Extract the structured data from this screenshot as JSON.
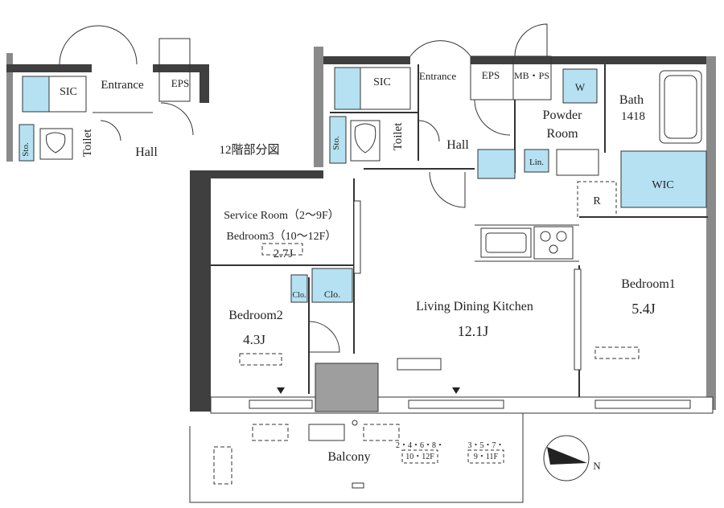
{
  "colors": {
    "wall": "#3f3f3f",
    "wall_gray": "#8a8a8a",
    "storage": "#b5e1f2",
    "line": "#333333",
    "background": "#ffffff"
  },
  "inset": {
    "sic": "SIC",
    "entrance": "Entrance",
    "eps": "EPS",
    "sto": "Sto.",
    "toilet": "Toilet",
    "hall": "Hall",
    "caption": "12階部分図"
  },
  "rooms": {
    "sic": "SIC",
    "entrance": "Entrance",
    "eps": "EPS",
    "mbps": "MB・PS",
    "washer": "W",
    "bath": "Bath",
    "bath_size": "1418",
    "powder": "Powder",
    "powder_room": "Room",
    "sto": "Sto.",
    "toilet": "Toilet",
    "hall": "Hall",
    "lin": "Lin.",
    "wic": "WIC",
    "refrigerator": "R",
    "service_room": "Service Room（2～9F）",
    "bedroom3": "Bedroom3（10～12F）",
    "service_size": "2.7J",
    "clo_small": "Clo.",
    "clo_large": "Clo.",
    "bedroom2": "Bedroom2",
    "bedroom2_size": "4.3J",
    "ldk": "Living Dining Kitchen",
    "ldk_size": "12.1J",
    "bedroom1": "Bedroom1",
    "bedroom1_size": "5.4J",
    "balcony": "Balcony"
  },
  "units": {
    "even_line1": "2・4・6・8・",
    "even_line2": "10・12F",
    "odd_line1": "3・5・7・",
    "odd_line2": "9・11F"
  },
  "compass": {
    "north": "N"
  }
}
